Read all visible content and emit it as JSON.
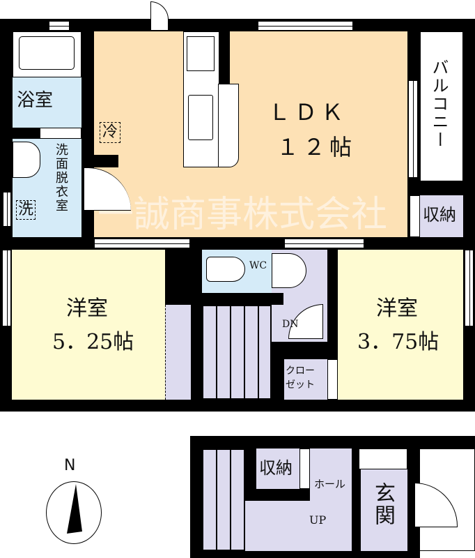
{
  "rooms": {
    "ldk": {
      "name": "ＬＤＫ",
      "size": "１２帖"
    },
    "bath": {
      "name": "浴室"
    },
    "washroom": {
      "name": "洗面脱衣室"
    },
    "fridge": {
      "name": "冷"
    },
    "washer": {
      "name": "洗"
    },
    "balcony": {
      "name": "バルコニー"
    },
    "storage_ldk": {
      "name": "収納"
    },
    "western_left": {
      "name": "洋室",
      "size": "5．25帖"
    },
    "western_right": {
      "name": "洋室",
      "size": "3．75帖"
    },
    "wc": {
      "name": "WC"
    },
    "closet": {
      "name1": "クロー",
      "name2": "ゼット"
    },
    "stairs_down": {
      "label": "DN"
    },
    "storage_lower": {
      "name": "収納"
    },
    "hall": {
      "name": "ホール"
    },
    "stairs_up": {
      "label": "UP"
    },
    "entrance": {
      "name": "玄関"
    }
  },
  "compass": {
    "label": "N"
  },
  "watermark": "一誠商事株式会社",
  "colors": {
    "ldk": "#fde1b5",
    "wet": "#d5ebf8",
    "western": "#fefbd2",
    "storage": "#dddbef"
  }
}
